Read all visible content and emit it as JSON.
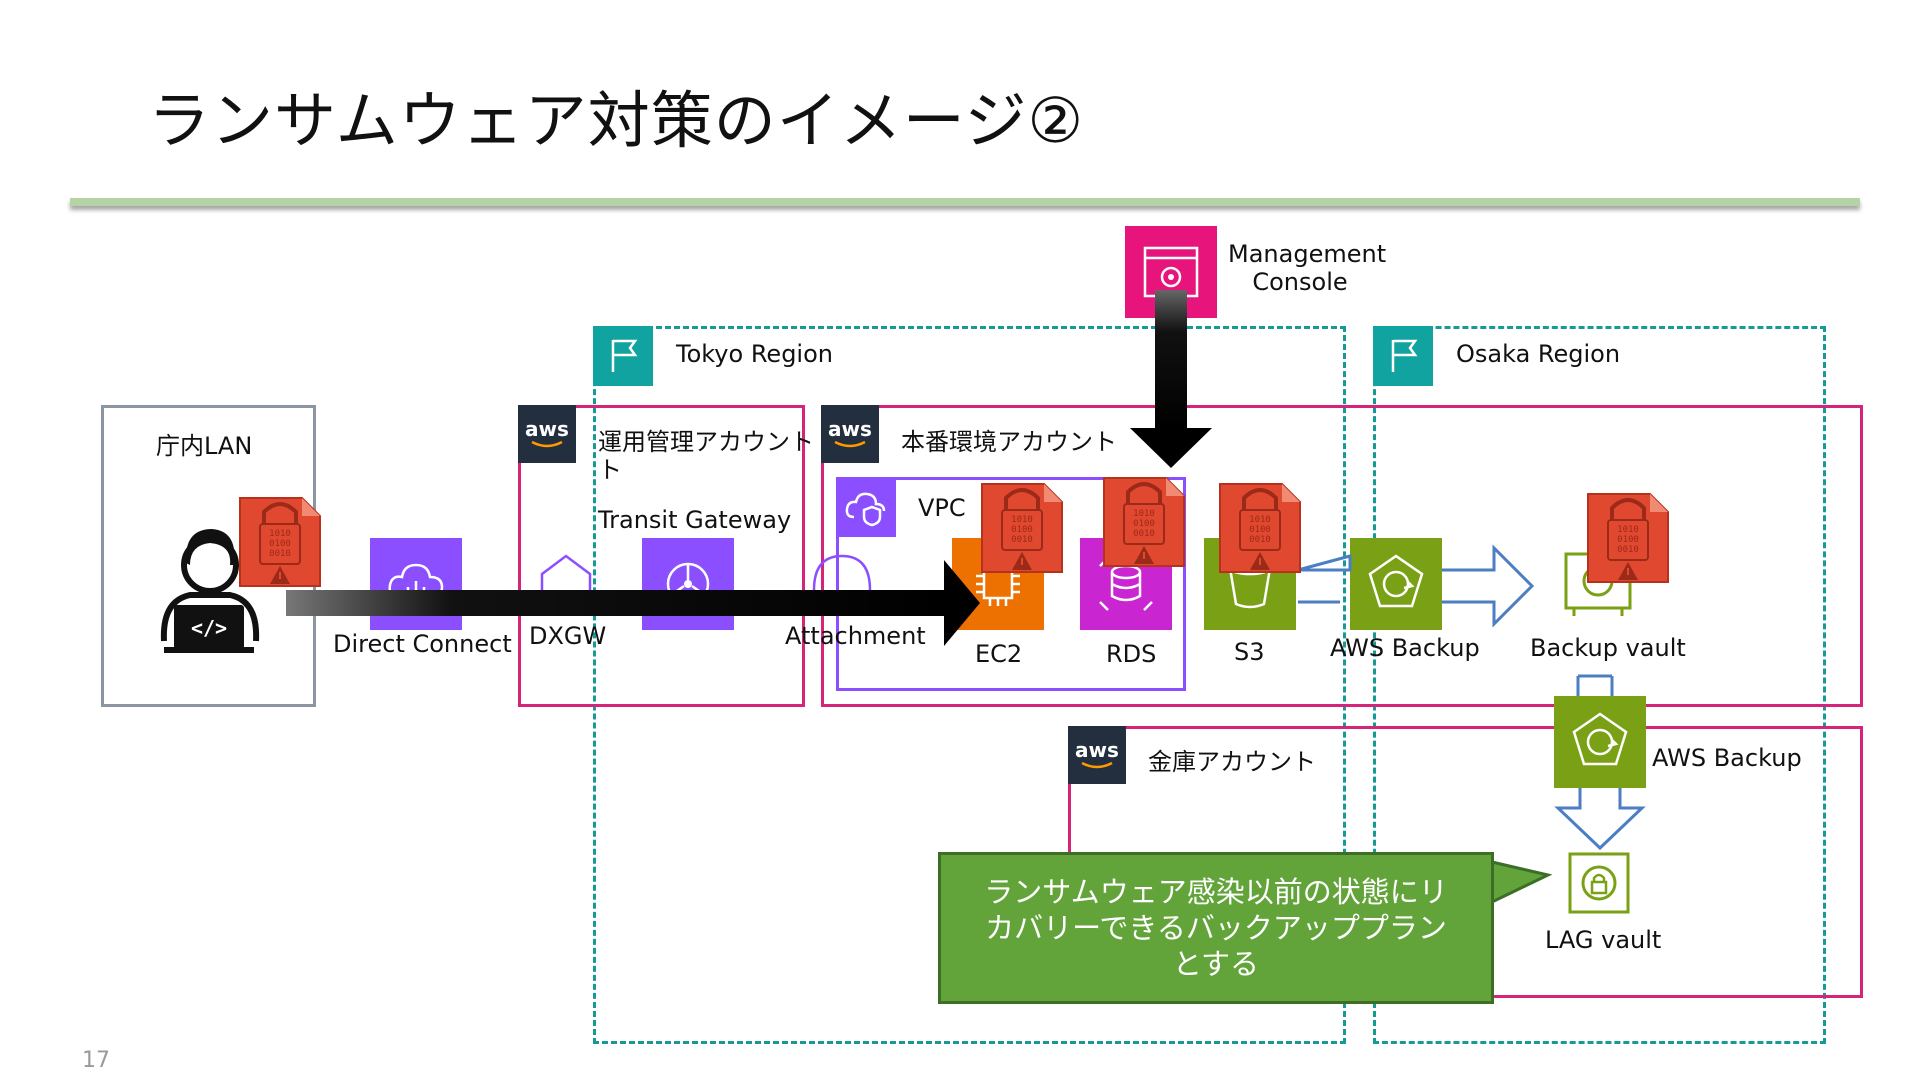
{
  "slide": {
    "title": "ランサムウェア対策のイメージ②",
    "page_number": "17"
  },
  "colors": {
    "rule": "#b5d3a4",
    "on_prem_border": "#8c96a3",
    "account_border": "#d6247a",
    "region_border": "#179a96",
    "vpc_border": "#8c4fff",
    "callout_fill": "#62a43a",
    "ransomware_icon": "#e0482f"
  },
  "onprem": {
    "label": "庁内LAN"
  },
  "regions": {
    "tokyo": "Tokyo Region",
    "osaka": "Osaka Region"
  },
  "accounts": {
    "ops": "運用管理アカウント",
    "ops_wrap": "ト",
    "prod": "本番環境アカウント",
    "vault": "金庫アカウント"
  },
  "aws_badge_text": "aws",
  "vpc": {
    "label": "VPC"
  },
  "services": {
    "direct_connect": "Direct Connect",
    "dxgw": "DXGW",
    "transit_gateway": "Transit Gateway",
    "attachment": "Attachment",
    "ec2": "EC2",
    "rds": "RDS",
    "s3": "S3",
    "aws_backup_tokyo": "AWS Backup",
    "backup_vault": "Backup vault",
    "aws_backup_osaka": "AWS Backup",
    "lag_vault": "LAG vault",
    "management_console_line1": "Management",
    "management_console_line2": "Console"
  },
  "ransom_icon_text": [
    "1010",
    "0100",
    "0010"
  ],
  "callout": {
    "text": "ランサムウェア感染以前の状態にリカバリーできるバックアッププランとする"
  },
  "icons": {
    "user": "developer-user-icon",
    "lock": "ransomware-lock-icon",
    "flag": "region-flag-icon",
    "cloud": "vpc-cloud-icon"
  }
}
